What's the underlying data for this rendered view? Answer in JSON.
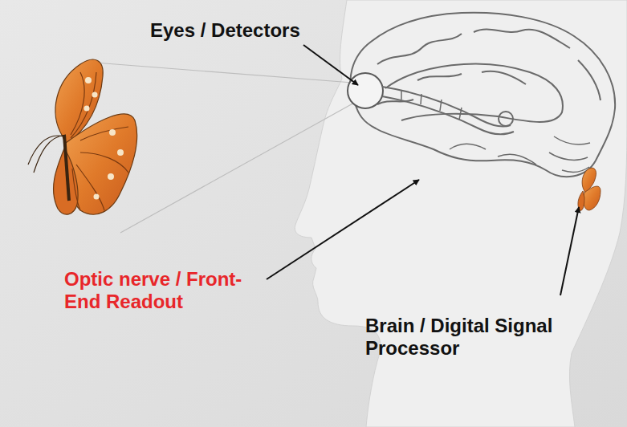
{
  "diagram": {
    "labels": [
      "Eyes / Detectors",
      "Optic nerve / Front-End Readout",
      "Brain / Digital Signal Processor"
    ]
  }
}
